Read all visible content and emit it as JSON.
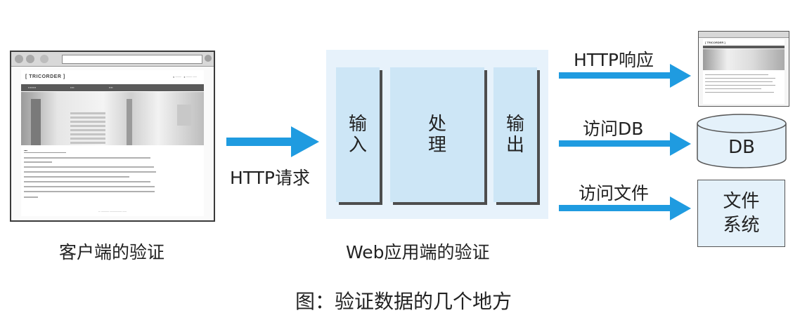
{
  "client": {
    "label": "客户端的验证",
    "browser": {
      "logo": "[ TRICORDER ]"
    }
  },
  "server": {
    "label": "Web应用端的验证",
    "modules": {
      "input": "输\n入",
      "process": "处\n理",
      "output": "输\n出"
    }
  },
  "arrows": {
    "request": "HTTP请求",
    "response": "HTTP响应",
    "db_access": "访问DB",
    "file_access": "访问文件"
  },
  "targets": {
    "response_page_logo": "[ TRICORDER ]",
    "db": "DB",
    "file_system": "文件\n系统"
  },
  "caption": "图：验证数据的几个地方",
  "colors": {
    "arrow": "#1f9be0",
    "app_background": "#e7f2fb",
    "module_fill": "#cde6f6"
  }
}
